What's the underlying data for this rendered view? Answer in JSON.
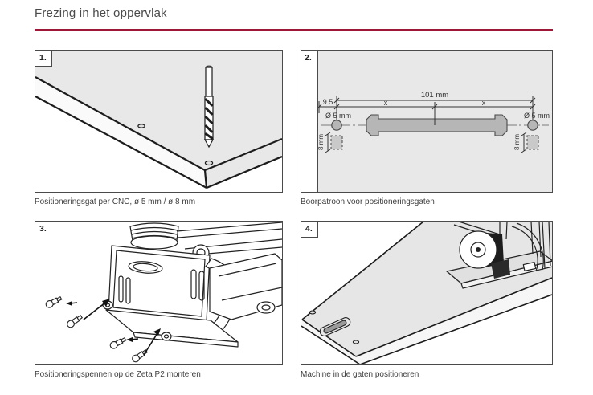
{
  "page": {
    "title": "Frezing in het oppervlak"
  },
  "colors": {
    "accent": "#9e1638",
    "panel_background": "#e8e8e8",
    "line_art": "#222222"
  },
  "panels": [
    {
      "number": "1.",
      "caption": "Positioneringsgat per CNC, ø 5 mm / ø 8 mm"
    },
    {
      "number": "2.",
      "caption": "Boorpatroon voor positioneringsgaten"
    },
    {
      "number": "3.",
      "caption": "Positioneringspennen op de Zeta P2 monteren"
    },
    {
      "number": "4.",
      "caption": "Machine in de gaten positioneren"
    }
  ],
  "drill_pattern": {
    "total_width": "101 mm",
    "edge_offset": "9.5",
    "segment_left": "x",
    "segment_right": "x",
    "hole_dia_left": "Ø 5 mm",
    "hole_dia_right": "Ø 5 mm",
    "hole_depth_left": "8 mm",
    "hole_depth_right": "8 mm"
  }
}
